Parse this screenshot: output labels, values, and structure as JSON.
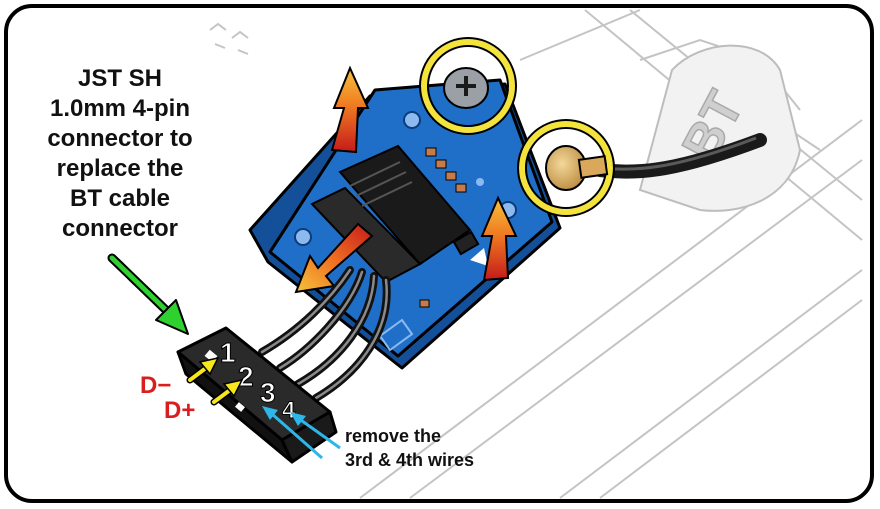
{
  "callouts": {
    "connector_label": [
      "JST SH",
      "1.0mm 4-pin",
      "connector to",
      "replace the",
      "BT cable",
      "connector"
    ],
    "remove_note": [
      "remove the",
      "3rd & 4th wires"
    ]
  },
  "pins": [
    "1",
    "2",
    "3",
    "4"
  ],
  "signals": {
    "d_minus": "D−",
    "d_plus": "D+"
  },
  "bracket_text": "BT",
  "colors": {
    "board_blue": "#1f6fc8",
    "highlight_yellow": "#f3e33a",
    "arrow_green": "#2fd12f",
    "arrow_yellow": "#f6e61d",
    "arrow_cyan": "#2fb6e8",
    "signal_red": "#d81e1e"
  }
}
